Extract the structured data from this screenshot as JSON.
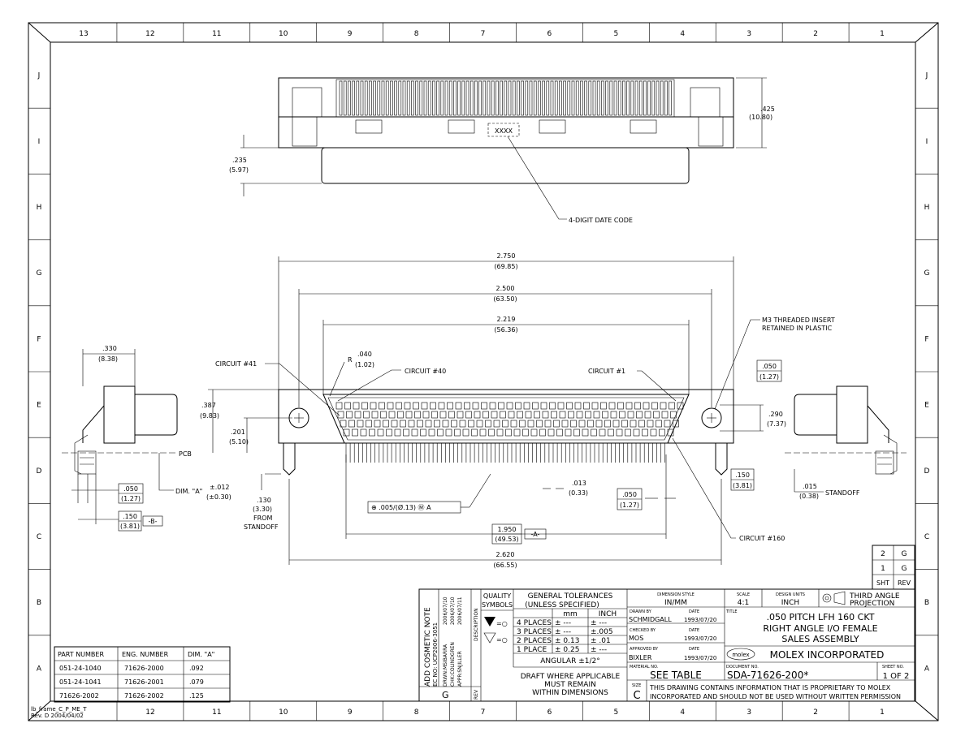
{
  "frame": {
    "top_numbers": [
      "13",
      "12",
      "11",
      "10",
      "9",
      "8",
      "7",
      "6",
      "5",
      "4",
      "3",
      "2",
      "1"
    ],
    "bottom_numbers": [
      "12",
      "11",
      "10",
      "9",
      "8",
      "7",
      "6",
      "5",
      "4",
      "3",
      "2",
      "1"
    ],
    "side_letters": [
      "J",
      "I",
      "H",
      "G",
      "F",
      "E",
      "D",
      "C",
      "B",
      "A"
    ],
    "frame_id_line1": "lb_frame_C_P_ME_T",
    "frame_id_line2": "Rev. D 2004/04/02"
  },
  "top_view": {
    "dim_425": ".425",
    "dim_425_mm": "(10.80)",
    "dim_235": ".235",
    "dim_235_mm": "(5.97)",
    "date_code_box": "XXXX",
    "date_code_label": "4-DIGIT DATE CODE"
  },
  "front_view": {
    "dim_2750": "2.750",
    "dim_2750_mm": "(69.85)",
    "dim_2500": "2.500",
    "dim_2500_mm": "(63.50)",
    "dim_2219": "2.219",
    "dim_2219_mm": "(56.36)",
    "insert_note_1": "M3 THREADED INSERT",
    "insert_note_2": "RETAINED IN PLASTIC",
    "radius_prefix": "R",
    "radius": ".040",
    "radius_mm": "(1.02)",
    "circuit_41": "CIRCUIT #41",
    "circuit_40": "CIRCUIT #40",
    "circuit_1": "CIRCUIT #1",
    "circuit_160": "CIRCUIT #160",
    "dim_050_r": ".050",
    "dim_050_r_mm": "(1.27)",
    "dim_387": ".387",
    "dim_387_mm": "(9.83)",
    "dim_201": ".201",
    "dim_201_mm": "(5.10)",
    "dim_290": ".290",
    "dim_290_mm": "(7.37)",
    "dim_150_r": ".150",
    "dim_150_r_mm": "(3.81)",
    "dim_013": ".013",
    "dim_013_mm": "(0.33)",
    "dim_050_b": ".050",
    "dim_050_b_mm": "(1.27)",
    "dim_130": ".130",
    "dim_130_mm": "(3.30)",
    "from_label": "FROM",
    "standoff_label": "STANDOFF",
    "tolerance_frame": "⊕ .005/(Ø.13) Ⓜ A",
    "dim_1950": "1.950",
    "dim_1950_mm": "(49.53)",
    "datum_a": "-A-",
    "dim_2620": "2.620",
    "dim_2620_mm": "(66.55)"
  },
  "side_views": {
    "dim_330": ".330",
    "dim_330_mm": "(8.38)",
    "pcb_label": "PCB",
    "dim_a_label": "DIM. \"A\"",
    "dim_a_tol": "±.012",
    "dim_a_tol_mm": "(±0.30)",
    "dim_050_l": ".050",
    "dim_050_l_mm": "(1.27)",
    "dim_150_l": ".150",
    "dim_150_l_mm": "(3.81)",
    "datum_b": "-B-",
    "dim_015": ".015",
    "dim_015_mm": "(0.38)",
    "standoff_right": "STANDOFF"
  },
  "part_table": {
    "headers": [
      "PART NUMBER",
      "ENG. NUMBER",
      "DIM. \"A\""
    ],
    "rows": [
      [
        "051-24-1040",
        "71626-2000",
        ".092"
      ],
      [
        "051-24-1041",
        "71626-2001",
        ".079"
      ],
      [
        "71626-2002",
        "71626-2002",
        ".125"
      ]
    ]
  },
  "sheet_table": {
    "rows": [
      [
        "2",
        "G"
      ],
      [
        "1",
        "G"
      ]
    ],
    "header": [
      "SHT",
      "REV"
    ]
  },
  "title_block": {
    "rev_note_title": "ADD COSMETIC NOTE",
    "rev_note_ec": "EC NO: UCP2006-3051",
    "rev_note_drwn": "DRWN:MSIBARRA",
    "rev_note_chk": "CHK:COLINDGREN",
    "rev_note_appr": "APPR:SNJILLER",
    "rev_note_d1": "2006/07/10",
    "rev_note_d2": "2006/07/10",
    "rev_note_d3": "2006/07/11",
    "description_label": "DESCRIPTION",
    "rev_letter": "G",
    "rev_label": "REV",
    "quality_symbols_1": "QUALITY",
    "quality_symbols_2": "SYMBOLS",
    "gen_tol_1": "GENERAL TOLERANCES",
    "gen_tol_2": "(UNLESS SPECIFIED)",
    "tol_header_mm": "mm",
    "tol_header_inch": "INCH",
    "tol_rows": [
      [
        "4 PLACES",
        "± ---",
        "± ---"
      ],
      [
        "3 PLACES",
        "± ---",
        "±.005"
      ],
      [
        "2 PLACES",
        "± 0.13",
        "± .01"
      ],
      [
        "1 PLACE",
        "± 0.25",
        "± ---"
      ]
    ],
    "angular": "ANGULAR ±1/2°",
    "draft_1": "DRAFT WHERE APPLICABLE",
    "draft_2": "MUST REMAIN",
    "draft_3": "WITHIN DIMENSIONS",
    "dim_style_label": "DIMENSION STYLE",
    "dim_style": "IN/MM",
    "scale_label": "SCALE",
    "scale": "4:1",
    "design_units_label": "DESIGN UNITS",
    "design_units": "INCH",
    "projection_1": "THIRD ANGLE",
    "projection_2": "PROJECTION",
    "drawn_by_label": "DRAWN BY",
    "drawn_by": "SCHMIDGALL",
    "date_label": "DATE",
    "drawn_date": "1993/07/20",
    "checked_by_label": "CHECKED BY",
    "checked_by": "MOS",
    "checked_date": "1993/07/20",
    "approved_by_label": "APPROVED BY",
    "approved_by": "BIXLER",
    "approved_date": "1993/07/20",
    "title_label": "TITLE",
    "title_1": ".050 PITCH LFH 160 CKT",
    "title_2": "RIGHT ANGLE I/O FEMALE",
    "title_3": "SALES ASSEMBLY",
    "logo_text": "molex",
    "company": "MOLEX INCORPORATED",
    "material_label": "MATERIAL NO.",
    "material": "SEE TABLE",
    "document_label": "DOCUMENT NO.",
    "document": "SDA-71626-200*",
    "sheet_label": "SHEET NO.",
    "sheet": "1 OF 2",
    "size_label": "SIZE",
    "size": "C",
    "proprietary_1": "THIS DRAWING CONTAINS INFORMATION THAT IS PROPRIETARY TO MOLEX",
    "proprietary_2": "INCORPORATED AND SHOULD NOT BE USED WITHOUT WRITTEN PERMISSION"
  }
}
